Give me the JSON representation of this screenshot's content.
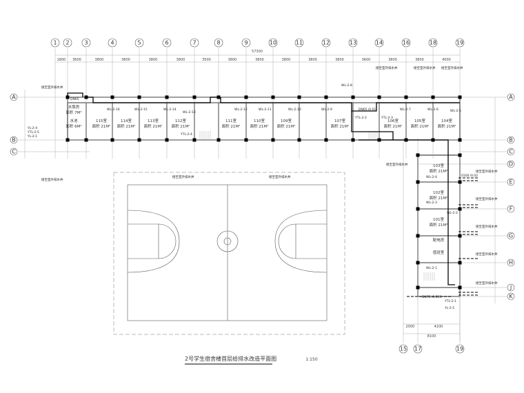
{
  "title": "2号学生宿舍楼首层给排水改造平面图",
  "scale": "1:150",
  "total_dimension": "57300",
  "column_axes": [
    "1",
    "2",
    "3",
    "4",
    "5",
    "6",
    "7",
    "8",
    "9",
    "10",
    "11",
    "12",
    "13",
    "14",
    "16",
    "18",
    "19"
  ],
  "bottom_axes": [
    "15",
    "17",
    "19"
  ],
  "row_axes_left": [
    "A",
    "B",
    "C"
  ],
  "row_axes_right": [
    "A",
    "B",
    "C",
    "D",
    "E",
    "F",
    "G",
    "H",
    "J",
    "K"
  ],
  "top_dimensions": [
    "1800",
    "3600",
    "3800",
    "3800",
    "3800",
    "3800",
    "3500",
    "3800",
    "3800",
    "3800",
    "3800",
    "3800",
    "3600",
    "3800",
    "3800",
    "4000"
  ],
  "bottom_dimensions": {
    "left": "2000",
    "right": "4100",
    "total": "8100"
  },
  "rooms": [
    {
      "name": "水泵房",
      "area": "面积 7M²"
    },
    {
      "name": "水池",
      "area": "面积 6M²"
    },
    {
      "name": "115室",
      "area": "面积 21M²"
    },
    {
      "name": "114室",
      "area": "面积 21M²"
    },
    {
      "name": "113室",
      "area": "面积 21M²"
    },
    {
      "name": "112室",
      "area": "面积 21M²"
    },
    {
      "name": "111室",
      "area": "面积 21M²"
    },
    {
      "name": "110室",
      "area": "面积 21M²"
    },
    {
      "name": "109室",
      "area": "面积 21M²"
    },
    {
      "name": "107室",
      "area": "面积 21M²"
    },
    {
      "name": "106室",
      "area": "面积 21M²"
    },
    {
      "name": "105室",
      "area": "面积 21M²"
    },
    {
      "name": "104室",
      "area": "面积 21M²"
    },
    {
      "name": "103室",
      "area": "面积 21M²"
    },
    {
      "name": "102室",
      "area": "面积 21M²"
    },
    {
      "name": "101室",
      "area": "面积 21M²"
    },
    {
      "name": "配电房",
      "area": ""
    },
    {
      "name": "值班室",
      "area": ""
    }
  ],
  "pipe_labels": [
    "WL-2-16",
    "WL-2-15",
    "WL-2-14",
    "WL-2-13",
    "WL-2-12",
    "WL-2-11",
    "WL-2-10",
    "WL-2-9",
    "WL-2-8",
    "WL-2-7",
    "WL-2-6",
    "WL-2-5",
    "YTL-2-4",
    "YTL-2-2",
    "YTL-2-3",
    "YL-2-4",
    "WL-2-4",
    "WL-2-3",
    "WL-2-2",
    "WL-2-1",
    "YL-2-1",
    "YTL-2-5",
    "YTL-2-1",
    "YL-2-5",
    "DN65",
    "DN65 i0.01",
    "0100 i0.02",
    "DN75 i0.015"
  ],
  "notes": {
    "outlet": "接至室外排水井"
  }
}
